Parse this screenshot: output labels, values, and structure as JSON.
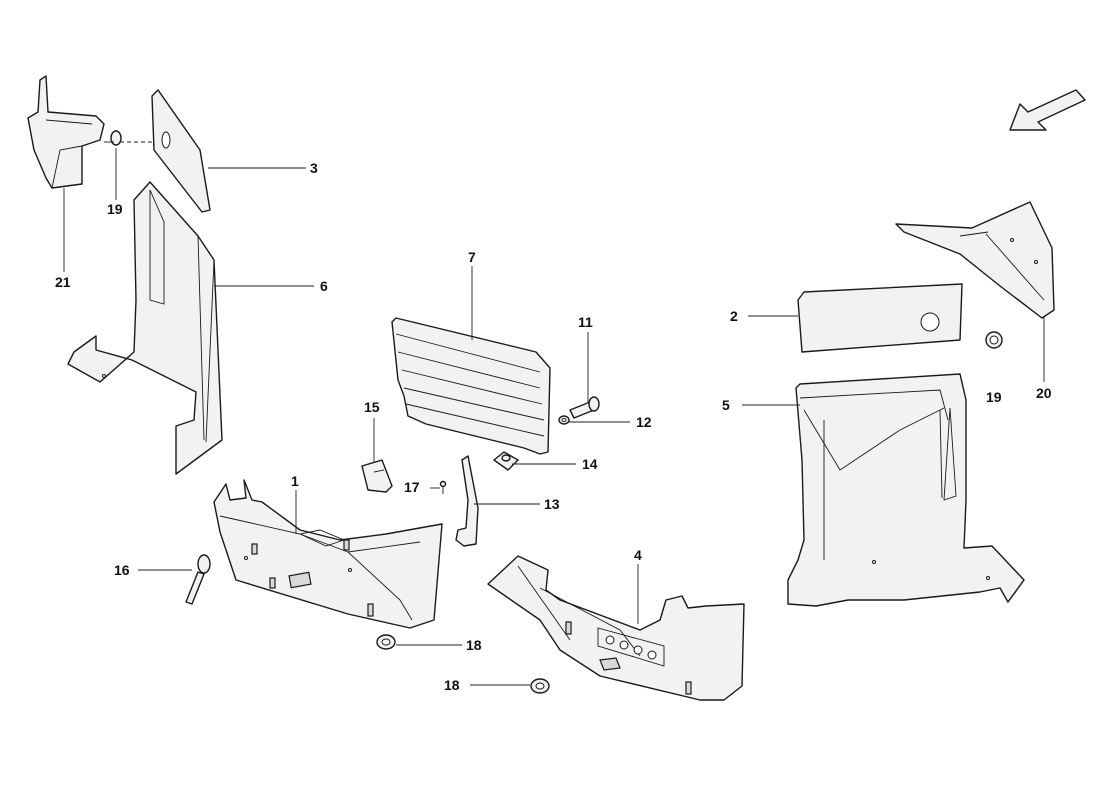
{
  "diagram": {
    "callouts": {
      "c1": "1",
      "c2": "2",
      "c3": "3",
      "c4": "4",
      "c5": "5",
      "c6": "6",
      "c7": "7",
      "c11": "11",
      "c12": "12",
      "c13": "13",
      "c14": "14",
      "c15": "15",
      "c16": "16",
      "c17": "17",
      "c18a": "18",
      "c18b": "18",
      "c19a": "19",
      "c19b": "19",
      "c20": "20",
      "c21": "21"
    },
    "icons": {
      "orientation": "direction-arrow-icon"
    },
    "colors": {
      "line": "#1a1a1a",
      "fill": "#f2f2f2",
      "background": "#ffffff"
    }
  }
}
